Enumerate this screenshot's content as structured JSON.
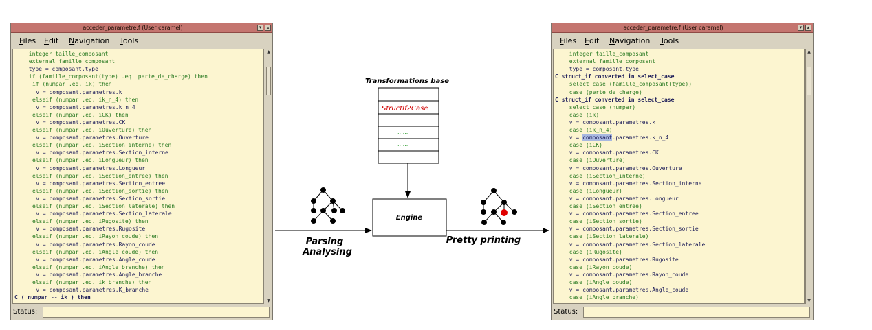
{
  "left_window": {
    "title": "acceder_parametre.f (User caramel)",
    "menus": [
      {
        "ul": "F",
        "rest": "iles"
      },
      {
        "ul": "E",
        "rest": "dit"
      },
      {
        "ul": "N",
        "rest": "avigation"
      },
      {
        "ul": "T",
        "rest": "ools"
      }
    ],
    "status_label": "Status:",
    "lines": [
      {
        "indent": 4,
        "text": "integer taille_composant",
        "cls": "c-kw"
      },
      {
        "indent": 4,
        "text": "external famille_composant",
        "cls": "c-kw"
      },
      {
        "indent": 4,
        "text": "type = composant.type",
        "cls": ""
      },
      {
        "indent": 4,
        "text": "if (famille_composant(type) .eq. perte_de_charge) then",
        "cls": "c-kw"
      },
      {
        "indent": 5,
        "text": "if (numpar .eq. ik) then",
        "cls": "c-kw"
      },
      {
        "indent": 6,
        "text": "v = composant.parametres.k",
        "cls": ""
      },
      {
        "indent": 5,
        "text": "elseif (numpar .eq. ik_n_4) then",
        "cls": "c-kw"
      },
      {
        "indent": 6,
        "text": "v = composant.parametres.k_n_4",
        "cls": ""
      },
      {
        "indent": 5,
        "text": "elseif (numpar .eq. iCK) then",
        "cls": "c-kw"
      },
      {
        "indent": 6,
        "text": "v = composant.parametres.CK",
        "cls": ""
      },
      {
        "indent": 5,
        "text": "elseif (numpar .eq. iOuverture) then",
        "cls": "c-kw"
      },
      {
        "indent": 6,
        "text": "v = composant.parametres.Ouverture",
        "cls": ""
      },
      {
        "indent": 5,
        "text": "elseif (numpar .eq. iSection_interne) then",
        "cls": "c-kw"
      },
      {
        "indent": 6,
        "text": "v = composant.parametres.Section_interne",
        "cls": ""
      },
      {
        "indent": 5,
        "text": "elseif (numpar .eq. iLongueur) then",
        "cls": "c-kw"
      },
      {
        "indent": 6,
        "text": "v = composant.parametres.Longueur",
        "cls": ""
      },
      {
        "indent": 5,
        "text": "elseif (numpar .eq. iSection_entree) then",
        "cls": "c-kw"
      },
      {
        "indent": 6,
        "text": "v = composant.parametres.Section_entree",
        "cls": ""
      },
      {
        "indent": 5,
        "text": "elseif (numpar .eq. iSection_sortie) then",
        "cls": "c-kw"
      },
      {
        "indent": 6,
        "text": "v = composant.parametres.Section_sortie",
        "cls": ""
      },
      {
        "indent": 5,
        "text": "elseif (numpar .eq. iSection_laterale) then",
        "cls": "c-kw"
      },
      {
        "indent": 6,
        "text": "v = composant.parametres.Section_laterale",
        "cls": ""
      },
      {
        "indent": 5,
        "text": "elseif (numpar .eq. iRugosite) then",
        "cls": "c-kw"
      },
      {
        "indent": 6,
        "text": "v = composant.parametres.Rugosite",
        "cls": ""
      },
      {
        "indent": 5,
        "text": "elseif (numpar .eq. iRayon_coude) then",
        "cls": "c-kw"
      },
      {
        "indent": 6,
        "text": "v = composant.parametres.Rayon_coude",
        "cls": ""
      },
      {
        "indent": 5,
        "text": "elseif (numpar .eq. iAngle_coude) then",
        "cls": "c-kw"
      },
      {
        "indent": 6,
        "text": "v = composant.parametres.Angle_coude",
        "cls": ""
      },
      {
        "indent": 5,
        "text": "elseif (numpar .eq. iAngle_branche) then",
        "cls": "c-kw"
      },
      {
        "indent": 6,
        "text": "v = composant.parametres.Angle_branche",
        "cls": ""
      },
      {
        "indent": 5,
        "text": "elseif (numpar .eq. ik_branche) then",
        "cls": "c-kw"
      },
      {
        "indent": 6,
        "text": "v = composant.parametres.K_branche",
        "cls": ""
      },
      {
        "indent": 0,
        "text": "C ( numpar -- ik ) then",
        "cls": "c-mark"
      }
    ]
  },
  "right_window": {
    "title": "acceder_parametre.f (User caramel)",
    "menus": [
      {
        "ul": "F",
        "rest": "iles"
      },
      {
        "ul": "E",
        "rest": "dit"
      },
      {
        "ul": "N",
        "rest": "avigation"
      },
      {
        "ul": "T",
        "rest": "ools"
      }
    ],
    "status_label": "Status:",
    "lines": [
      {
        "indent": 4,
        "text": "integer taille_composant",
        "cls": "c-kw"
      },
      {
        "indent": 4,
        "text": "external famille_composant",
        "cls": "c-kw"
      },
      {
        "indent": 4,
        "text": "type = composant.type",
        "cls": ""
      },
      {
        "indent": 0,
        "text": "C struct_if converted in select_case",
        "cls": "c-mark"
      },
      {
        "indent": 4,
        "text": "select case (famille_composant(type))",
        "cls": "c-kw"
      },
      {
        "indent": 4,
        "text": "case (perte_de_charge)",
        "cls": "c-case"
      },
      {
        "indent": 0,
        "text": "C struct_if converted in select_case",
        "cls": "c-mark"
      },
      {
        "indent": 4,
        "text": "select case (numpar)",
        "cls": "c-kw"
      },
      {
        "indent": 4,
        "text": "case (ik)",
        "cls": "c-case"
      },
      {
        "indent": 4,
        "text": "v = composant.parametres.k",
        "cls": ""
      },
      {
        "indent": 4,
        "text": "case (ik_n_4)",
        "cls": "c-case"
      },
      {
        "indent": 4,
        "pre": "v = ",
        "hl": "composant",
        "text": ".parametres.k_n_4",
        "cls": ""
      },
      {
        "indent": 4,
        "text": "case (iCK)",
        "cls": "c-case"
      },
      {
        "indent": 4,
        "text": "v = composant.parametres.CK",
        "cls": ""
      },
      {
        "indent": 4,
        "text": "case (iOuverture)",
        "cls": "c-case"
      },
      {
        "indent": 4,
        "text": "v = composant.parametres.Ouverture",
        "cls": ""
      },
      {
        "indent": 4,
        "text": "case (iSection_interne)",
        "cls": "c-case"
      },
      {
        "indent": 4,
        "text": "v = composant.parametres.Section_interne",
        "cls": ""
      },
      {
        "indent": 4,
        "text": "case (iLongueur)",
        "cls": "c-case"
      },
      {
        "indent": 4,
        "text": "v = composant.parametres.Longueur",
        "cls": ""
      },
      {
        "indent": 4,
        "text": "case (iSection_entree)",
        "cls": "c-case"
      },
      {
        "indent": 4,
        "text": "v = composant.parametres.Section_entree",
        "cls": ""
      },
      {
        "indent": 4,
        "text": "case (iSection_sortie)",
        "cls": "c-case"
      },
      {
        "indent": 4,
        "text": "v = composant.parametres.Section_sortie",
        "cls": ""
      },
      {
        "indent": 4,
        "text": "case (iSection_laterale)",
        "cls": "c-case"
      },
      {
        "indent": 4,
        "text": "v = composant.parametres.Section_laterale",
        "cls": ""
      },
      {
        "indent": 4,
        "text": "case (iRugosite)",
        "cls": "c-case"
      },
      {
        "indent": 4,
        "text": "v = composant.parametres.Rugosite",
        "cls": ""
      },
      {
        "indent": 4,
        "text": "case (iRayon_coude)",
        "cls": "c-case"
      },
      {
        "indent": 4,
        "text": "v = composant.parametres.Rayon_coude",
        "cls": ""
      },
      {
        "indent": 4,
        "text": "case (iAngle_coude)",
        "cls": "c-case"
      },
      {
        "indent": 4,
        "text": "v = composant.parametres.Angle_coude",
        "cls": ""
      },
      {
        "indent": 4,
        "text": "case (iAngle_branche)",
        "cls": "c-case"
      }
    ]
  },
  "diagram": {
    "transformations_title": "Transformations base",
    "base_rows": [
      "......",
      "StructIf2Case",
      "......",
      "......",
      "......",
      "......"
    ],
    "highlight_row_color": "#d00000",
    "engine_label": "Engine",
    "left_arrow_label_1": "Parsing",
    "left_arrow_label_2": "Analysing",
    "right_arrow_label": "Pretty printing",
    "highlight_node_color": "#e00000"
  }
}
